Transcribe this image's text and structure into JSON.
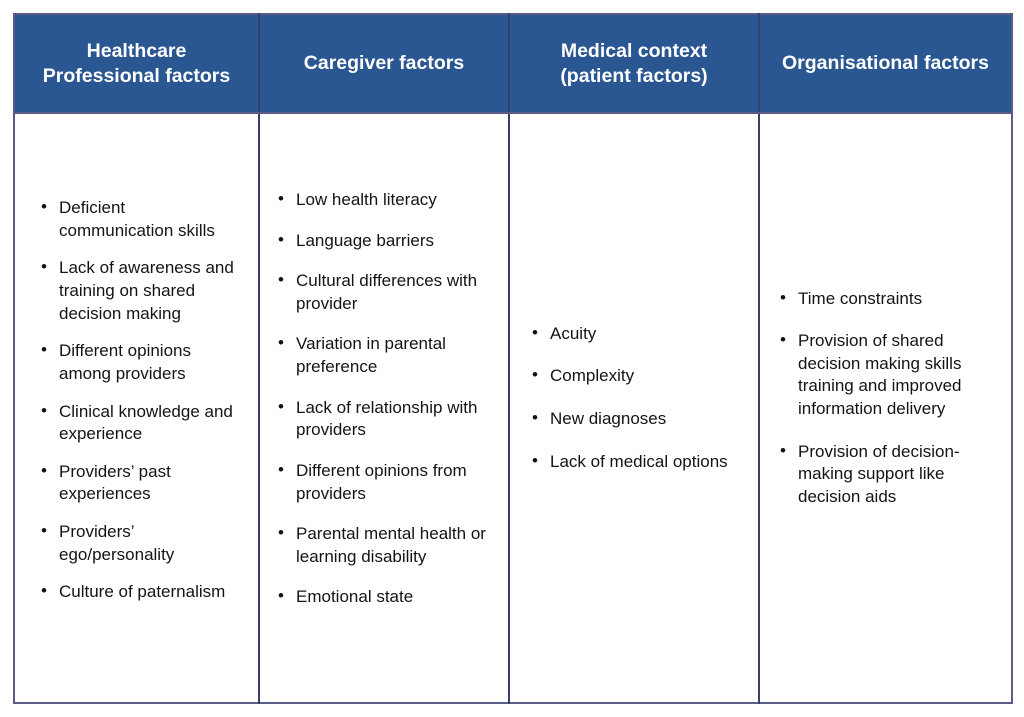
{
  "table": {
    "columns": [
      {
        "id": "healthcare-professional-factors",
        "header": "Healthcare\nProfessional factors",
        "header_line1": "Healthcare",
        "header_line2": "Professional factors",
        "items": [
          "Deficient communication skills",
          "Lack of awareness and training on shared decision making",
          "Different opinions among providers",
          "Clinical knowledge and experience",
          "Providers’ past experiences",
          "Providers’ ego/personality",
          "Culture of paternalism"
        ]
      },
      {
        "id": "caregiver-factors",
        "header": "Caregiver factors",
        "header_line1": "Caregiver factors",
        "header_line2": "",
        "items": [
          "Low health literacy",
          "Language barriers",
          "Cultural differences with provider",
          "Variation in parental preference",
          "Lack of relationship with providers",
          "Different opinions from providers",
          "Parental mental health or learning disability",
          "Emotional state"
        ]
      },
      {
        "id": "medical-context-patient-factors",
        "header": "Medical context\n(patient factors)",
        "header_line1": "Medical context",
        "header_line2": "(patient factors)",
        "items": [
          "Acuity",
          "Complexity",
          "New diagnoses",
          "Lack of medical options"
        ]
      },
      {
        "id": "organisational-factors",
        "header": "Organisational factors",
        "header_line1": "Organisational factors",
        "header_line2": "",
        "items": [
          "Time constraints",
          "Provision of shared decision making skills training and improved information delivery",
          "Provision of decision-making support like decision aids"
        ]
      }
    ]
  },
  "colors": {
    "header_background": "#2A5691",
    "header_text": "#FFFFFF",
    "border": "#3A3E6E",
    "outer_border": "#5A5B86",
    "body_text": "#141414",
    "body_background": "#FFFFFF"
  }
}
